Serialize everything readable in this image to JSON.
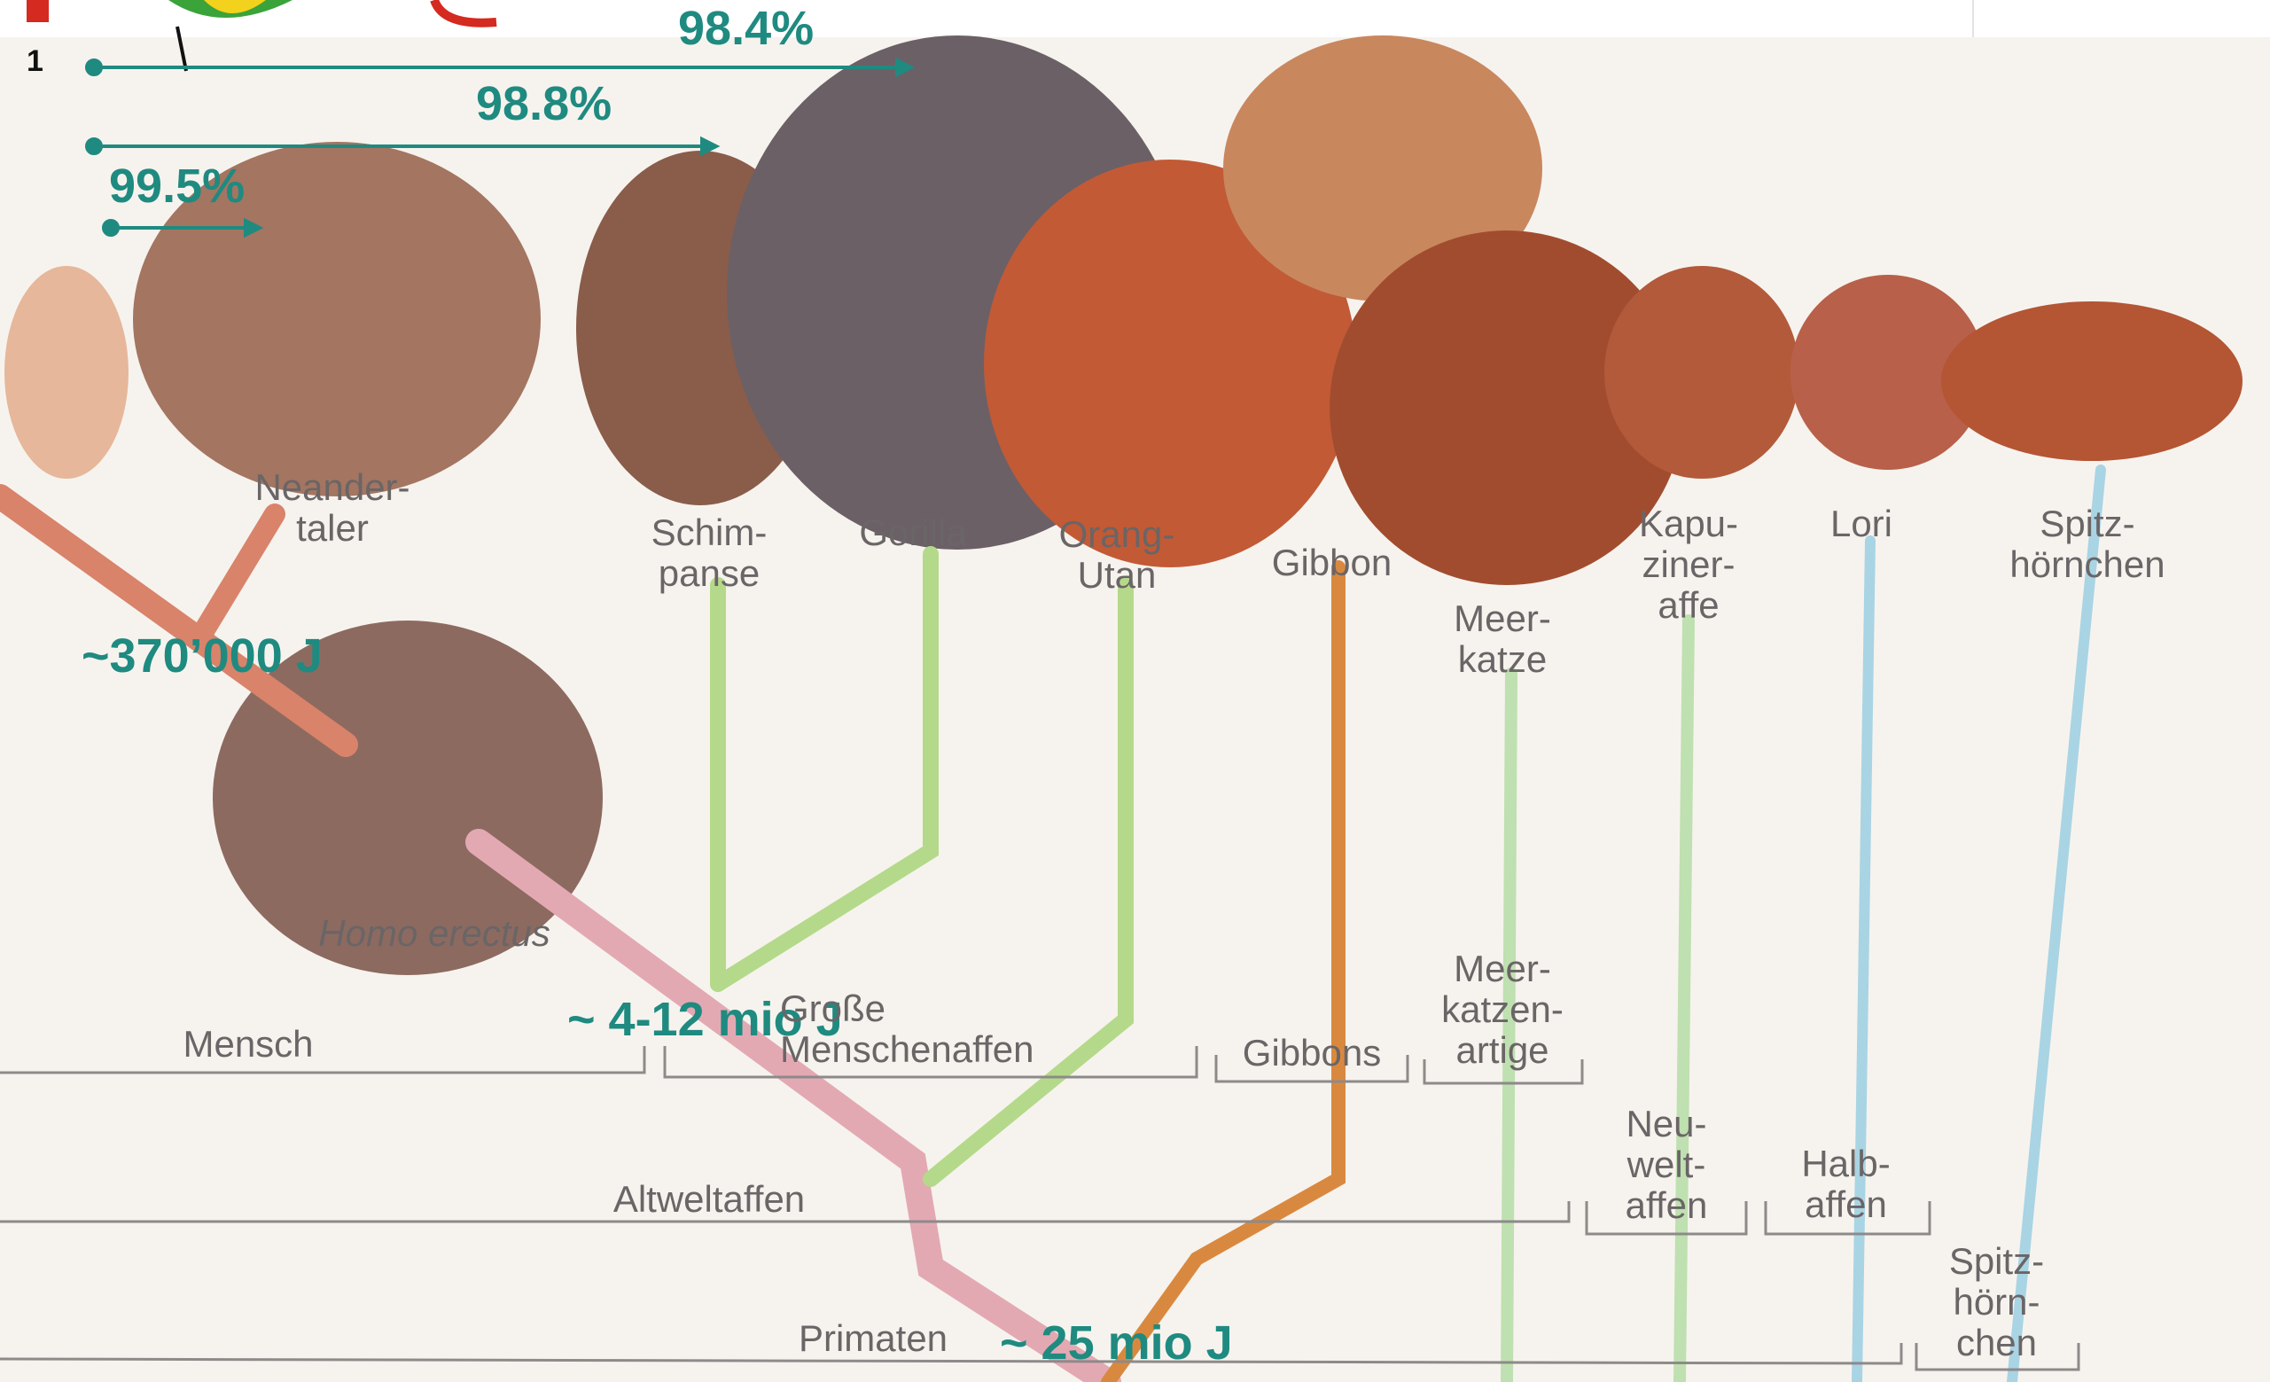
{
  "slide_number": "1",
  "identity": {
    "chimp": "98.4%",
    "gorilla": "98.8%",
    "neanderthal": "99.5%"
  },
  "times": {
    "neanderthal": "~370’000 J",
    "great_apes": "~ 4-12 mio J",
    "primates": "~ 25 mio J"
  },
  "species": {
    "neandertaler": "Neander-\ntaler",
    "schimpanse": "Schim-\npanse",
    "gorilla": "Gorilla",
    "orang_utan": "Orang-\nUtan",
    "gibbon": "Gibbon",
    "meerkatze": "Meer-\nkatze",
    "kapuzineraffe": "Kapu-\nziner-\naffe",
    "lori": "Lori",
    "spitzhoernchen": "Spitz-\nhörnchen",
    "homo_erectus": "Homo erectus"
  },
  "groups": {
    "mensch": "Mensch",
    "grosse_menschenaffen": "Große\nMenschenaffen",
    "gibbons": "Gibbons",
    "meerkatzenartige": "Meer-\nkatzen-\nartige",
    "neuweltaffen": "Neu-\nwelt-\naffen",
    "halbaffen": "Halb-\naffen",
    "spitzhoernchen": "Spitz-\nhörn-\nchen",
    "altweltaffen": "Altweltaffen",
    "primaten": "Primaten"
  },
  "colors": {
    "teal": "#1f8a80",
    "human_lineage": "#d9836a",
    "erectus_lineage": "#e3a9b3",
    "apes_lineage": "#b5d98a",
    "gibbon_lineage": "#d9893f",
    "monkey_lineage": "#bfe0b0",
    "prosimian_lineage": "#a9d4e4"
  }
}
